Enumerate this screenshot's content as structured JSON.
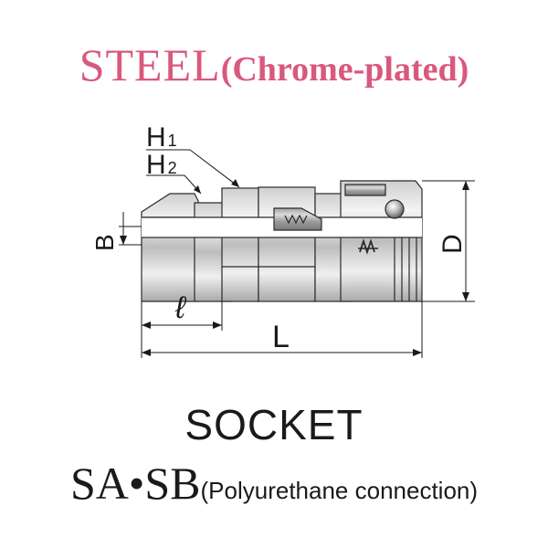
{
  "title": {
    "material": "STEEL",
    "finish": "(Chrome-plated)",
    "color": "#d9587d"
  },
  "dimensions": {
    "h1": {
      "letter": "H",
      "index": "1"
    },
    "h2": {
      "letter": "H",
      "index": "2"
    },
    "b": "B",
    "d": "D",
    "l_small": "ℓ",
    "l_total": "L"
  },
  "product": {
    "type": "SOCKET",
    "model": "SA•SB",
    "connection": "(Polyurethane connection)"
  }
}
